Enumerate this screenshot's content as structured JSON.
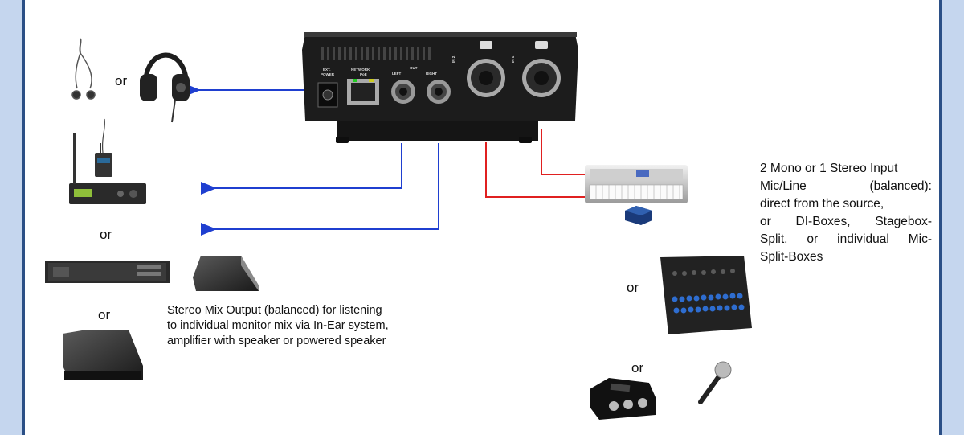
{
  "panel": {
    "ext_power": [
      "EXT.",
      "POWER"
    ],
    "network": [
      "NETWORK",
      "PoE"
    ],
    "out": "OUT",
    "left": "LEFT",
    "right": "RIGHT",
    "in2": "IN 2",
    "in1": "IN 1"
  },
  "or_labels": [
    "or",
    "or",
    "or",
    "or",
    "or"
  ],
  "output_caption": [
    "Stereo Mix Output (balanced) for listening",
    "to individual monitor mix via In-Ear system,",
    "amplifier with speaker or powered speaker"
  ],
  "input_caption": [
    "2 Mono or 1 Stereo Input",
    "Mic/Line (balanced):",
    "direct from the source,",
    "or DI-Boxes, Stagebox-",
    "Split, or individual Mic-",
    "Split-Boxes"
  ],
  "colors": {
    "frame": "#c5d6ee",
    "frame_border": "#2b4f86",
    "output_line": "#1f3fd0",
    "input_line": "#e02020",
    "device_body": "#1c1c1c"
  }
}
